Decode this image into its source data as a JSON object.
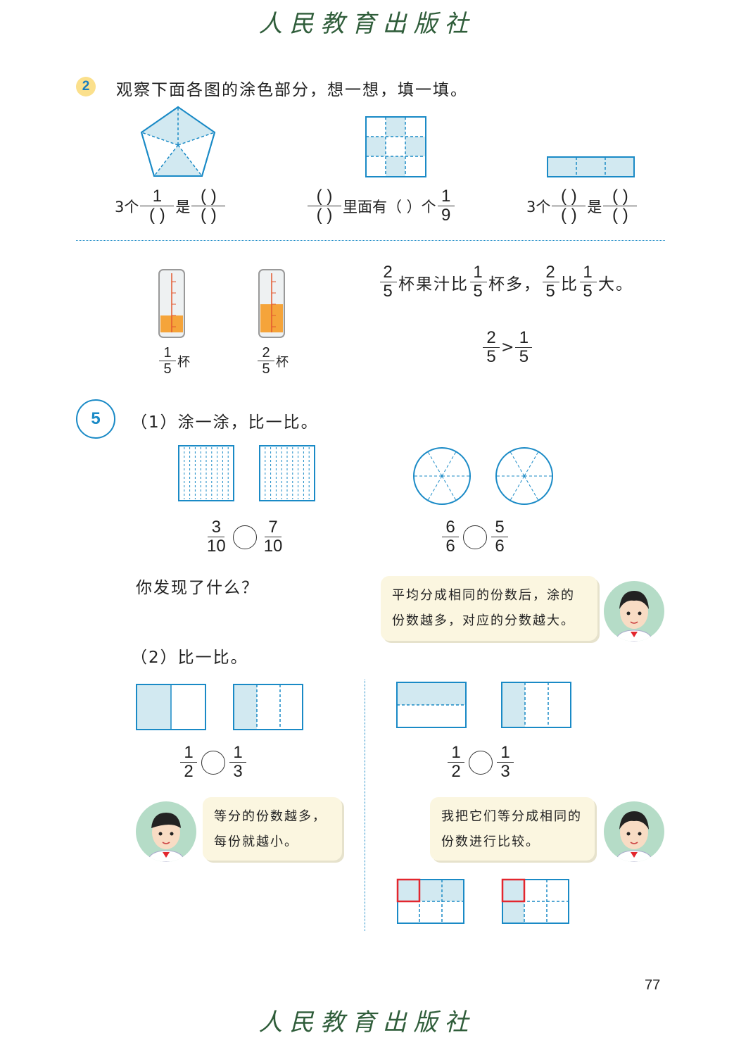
{
  "header": {
    "logo": "人民教育出版社"
  },
  "ex2": {
    "badge": "2",
    "instruction": "观察下面各图的涂色部分，想一想，填一填。",
    "fill1": {
      "pre": "3个",
      "num": "1",
      "den": "(   )",
      "mid": "是",
      "num2": "(   )",
      "den2": "(   )"
    },
    "fill2": {
      "num": "(   )",
      "den": "(   )",
      "mid": "里面有（    ）个",
      "fnum": "1",
      "fden": "9"
    },
    "fill3": {
      "pre": "3个",
      "num": "(   )",
      "den": "(   )",
      "mid": "是",
      "num2": "(   )",
      "den2": "(   )"
    }
  },
  "juice": {
    "cup1": {
      "num": "1",
      "den": "5",
      "unit": "杯",
      "fill": 0.2
    },
    "cup2": {
      "num": "2",
      "den": "5",
      "unit": "杯",
      "fill": 0.4
    },
    "sentence": {
      "f1n": "2",
      "f1d": "5",
      "t1": "杯果汁比",
      "f2n": "1",
      "f2d": "5",
      "t2": "杯多，",
      "f3n": "2",
      "f3d": "5",
      "t3": "比",
      "f4n": "1",
      "f4d": "5",
      "t4": "大。"
    },
    "compare": {
      "an": "2",
      "ad": "5",
      "op": ">",
      "bn": "1",
      "bd": "5"
    }
  },
  "ex5": {
    "badge": "5",
    "part1_title": "（1）涂一涂，比一比。",
    "cmpA": {
      "an": "3",
      "ad": "10",
      "bn": "7",
      "bd": "10"
    },
    "cmpB": {
      "an": "6",
      "ad": "6",
      "bn": "5",
      "bd": "6"
    },
    "question": "你发现了什么？",
    "bubble1": "平均分成相同的份数后，涂的份数越多，对应的分数越大。",
    "part2_title": "（2）比一比。",
    "cmpC": {
      "an": "1",
      "ad": "2",
      "bn": "1",
      "bd": "3"
    },
    "cmpD": {
      "an": "1",
      "ad": "2",
      "bn": "1",
      "bd": "3"
    },
    "bubble2": "等分的份数越多，每份就越小。",
    "bubble3": "我把它们等分成相同的份数进行比较。"
  },
  "colors": {
    "blue": "#1a8ac6",
    "shade": "#d2e9f1",
    "highlight": "#e3262e",
    "juice": "#f5a43a"
  },
  "footer": {
    "page_number": "77",
    "logo": "人民教育出版社"
  }
}
